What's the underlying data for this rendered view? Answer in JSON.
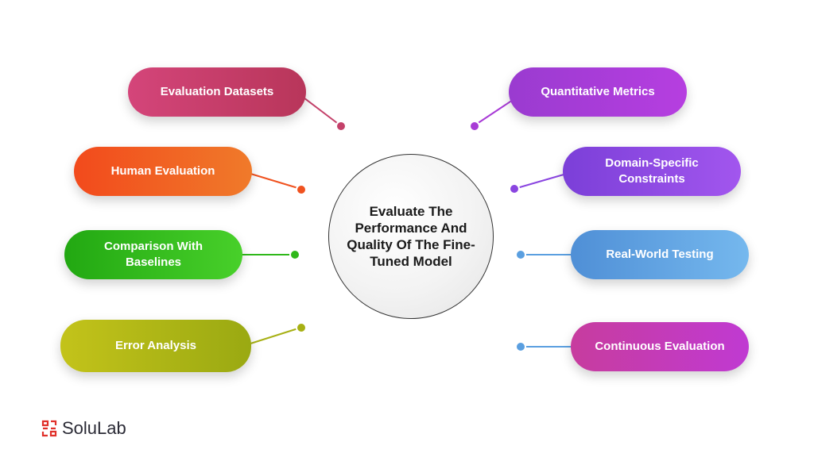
{
  "center": {
    "title": "Evaluate The Performance And Quality Of The Fine-Tuned Model"
  },
  "left_items": [
    {
      "label": "Evaluation Datasets",
      "color": "#c4416a"
    },
    {
      "label": "Human Evaluation",
      "color": "#f0521f"
    },
    {
      "label": "Comparison With Baselines",
      "color": "#2fb81a"
    },
    {
      "label": "Error Analysis",
      "color": "#a7b014"
    }
  ],
  "right_items": [
    {
      "label": "Quantitative Metrics",
      "color": "#a83bd6"
    },
    {
      "label": "Domain-Specific Constraints",
      "color": "#8a45e0"
    },
    {
      "label": "Real-World Testing",
      "color": "#5a9fe0"
    },
    {
      "label": "Continuous Evaluation",
      "color": "#c23dc0"
    }
  ],
  "logo": {
    "text": "SoluLab",
    "icon": "solulab-logo-icon",
    "color": "#e0302a"
  }
}
